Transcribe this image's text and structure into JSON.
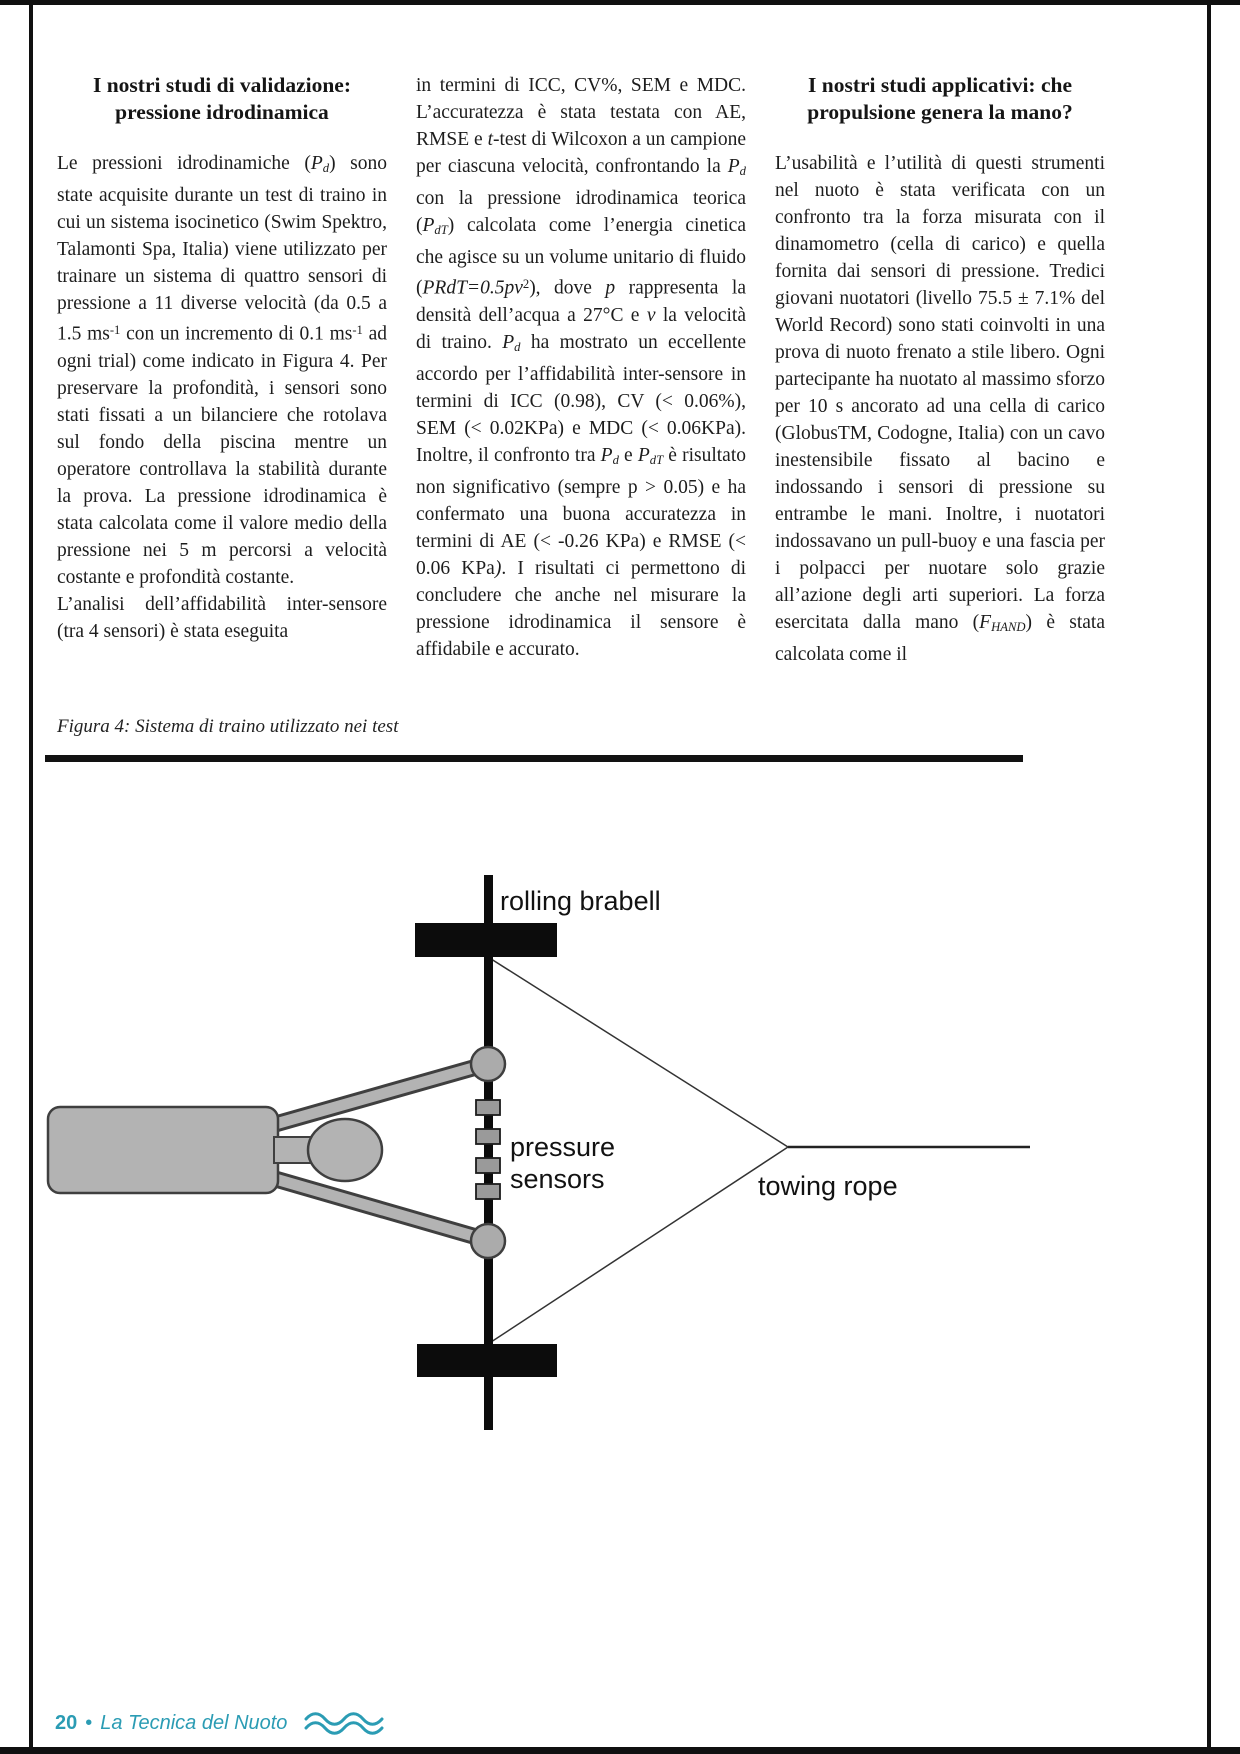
{
  "article": {
    "columns": [
      {
        "heading": "I nostri studi di validazione: pressione idrodinamica",
        "paragraphs": [
          [
            {
              "t": "Le pressioni idrodinamiche ("
            },
            {
              "t": "P",
              "s": "i"
            },
            {
              "t": "d",
              "s": "isub"
            },
            {
              "t": ") sono state acquisite durante un test di traino in cui un sistema isocinetico (Swim Spektro, Talamonti Spa, Italia) viene utilizzato per trainare un sistema di quattro sensori di pressione a 11 diverse velocità (da 0.5 a 1.5 ms"
            },
            {
              "t": "-1",
              "s": "sup"
            },
            {
              "t": " con un incremento di 0.1 ms"
            },
            {
              "t": "-1",
              "s": "sup"
            },
            {
              "t": " ad ogni trial) come indicato in Figura 4. Per preservare la profondità, i sensori sono stati fissati a un bilanciere che rotolava sul fondo della piscina mentre un operatore controllava la stabilità durante la prova. La pressione idrodinamica è stata calcolata come il valore medio della pressione nei 5 m percorsi a velocità costante e profondità costante."
            }
          ],
          [
            {
              "t": "L’analisi dell’affidabilità inter-sensore (tra 4 sensori) è stata eseguita"
            }
          ]
        ]
      },
      {
        "heading": "",
        "paragraphs": [
          [
            {
              "t": "in termini di ICC, CV%, SEM e MDC. L’accuratezza è stata testata con AE, RMSE e "
            },
            {
              "t": "t",
              "s": "i"
            },
            {
              "t": "-test di Wilcoxon a un campione per ciascuna velocità, confrontando la "
            },
            {
              "t": "P",
              "s": "i"
            },
            {
              "t": "d",
              "s": "isub"
            },
            {
              "t": " con la pressione idrodinamica teorica ("
            },
            {
              "t": "P",
              "s": "i"
            },
            {
              "t": "dT",
              "s": "isub"
            },
            {
              "t": ") calcolata come l’energia cinetica che agisce su un volume unitario di fluido ("
            },
            {
              "t": "PRdT=0.5pv",
              "s": "i"
            },
            {
              "t": "2",
              "s": "sup"
            },
            {
              "t": "), dove "
            },
            {
              "t": "p",
              "s": "i"
            },
            {
              "t": " rappresenta la densità dell’acqua a 27°C e "
            },
            {
              "t": "v",
              "s": "i"
            },
            {
              "t": " la velocità di traino. "
            },
            {
              "t": "P",
              "s": "i"
            },
            {
              "t": "d",
              "s": "isub"
            },
            {
              "t": " ha mostrato un eccellente accordo per l’affidabilità inter-sensore in termini di ICC (0.98), CV (< 0.06%), SEM (< 0.02KPa) e MDC (< 0.06KPa). Inoltre, il confronto tra "
            },
            {
              "t": "P",
              "s": "i"
            },
            {
              "t": "d",
              "s": "isub"
            },
            {
              "t": " e "
            },
            {
              "t": "P",
              "s": "i"
            },
            {
              "t": "dT",
              "s": "isub"
            },
            {
              "t": " è risultato non significativo (sempre p > 0.05) e ha confermato una buona accuratezza in termini di AE (< -0.26 KPa) e RMSE (< 0.06 KPa"
            },
            {
              "t": ")",
              "s": "i"
            },
            {
              "t": ". I risultati ci permettono di concludere che anche nel misurare la pressione idrodinamica il sensore è affidabile e accurato."
            }
          ]
        ]
      },
      {
        "heading": "I nostri studi applicativi: che propulsione genera la mano?",
        "paragraphs": [
          [
            {
              "t": "L’usabilità e l’utilità di questi strumenti nel nuoto è stata verificata con un confronto tra la forza misurata con il dinamometro (cella di carico) e quella fornita dai sensori di pressione. Tredici giovani nuotatori (livello 75.5 ± 7.1% del World Record) sono stati coinvolti in una prova di nuoto frenato a stile libero. Ogni partecipante ha nuotato al massimo sforzo per 10 s ancorato ad una cella di carico (GlobusTM, Codogne, Italia) con un cavo inestensibile fissato al bacino e indossando i sensori di pressione su entrambe le mani. Inoltre, i nuotatori indossavano un pull-buoy e una fascia per i polpacci per nuotare solo grazie all’azione degli arti superiori. La forza esercitata dalla mano ("
            },
            {
              "t": "F",
              "s": "i"
            },
            {
              "t": "HAND",
              "s": "isub"
            },
            {
              "t": ") è stata calcolata come il"
            }
          ]
        ]
      }
    ]
  },
  "figure": {
    "caption": "Figura 4: Sistema di traino utilizzato nei test",
    "labels": {
      "rolling_barbell": "rolling brabell",
      "pressure_line1": "pressure",
      "pressure_line2": "sensors",
      "towing_rope": "towing rope"
    }
  },
  "footer": {
    "page_number": "20",
    "separator": "•",
    "magazine_title": "La Tecnica del Nuoto"
  },
  "colors": {
    "accent_teal": "#2b9cb4",
    "ink": "#1d1d1d",
    "diagram_gray": "#b3b3b3"
  }
}
